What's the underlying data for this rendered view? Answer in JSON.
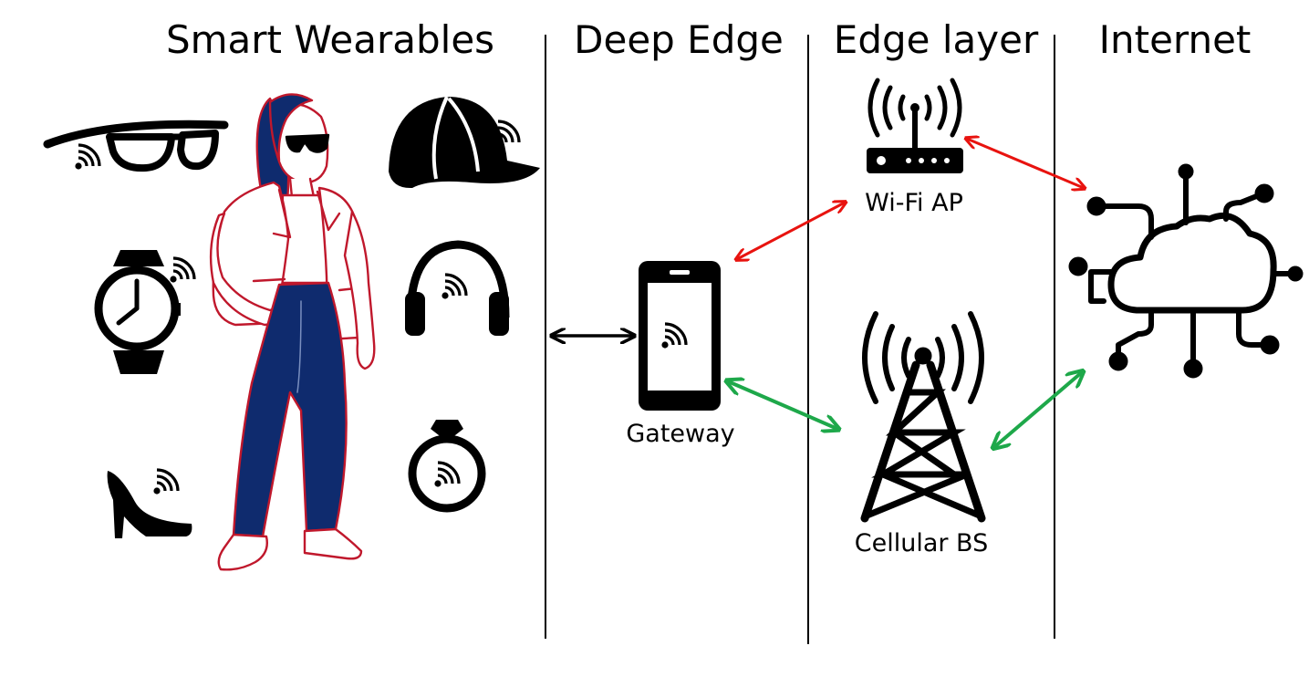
{
  "sections": {
    "wearables": "Smart Wearables",
    "deep_edge": "Deep Edge",
    "edge_layer": "Edge layer",
    "internet": "Internet"
  },
  "nodes": {
    "gateway": "Gateway",
    "wifi_ap": "Wi-Fi AP",
    "cellular_bs": "Cellular BS"
  },
  "wearable_devices": [
    "glasses",
    "cap",
    "smartwatch",
    "headphones",
    "high-heel-shoe",
    "ring"
  ],
  "links": [
    {
      "from": "wearables",
      "to": "gateway",
      "color": "#000000"
    },
    {
      "from": "gateway",
      "to": "wifi_ap",
      "color": "#e8130f"
    },
    {
      "from": "wifi_ap",
      "to": "internet",
      "color": "#e8130f"
    },
    {
      "from": "gateway",
      "to": "cellular_bs",
      "color": "#1ea84a"
    },
    {
      "from": "cellular_bs",
      "to": "internet",
      "color": "#1ea84a"
    }
  ],
  "colors": {
    "outline_red": "#c0182c",
    "pants_navy": "#0f2b6e",
    "link_red": "#e8130f",
    "link_green": "#1ea84a",
    "icon_black": "#000000"
  }
}
